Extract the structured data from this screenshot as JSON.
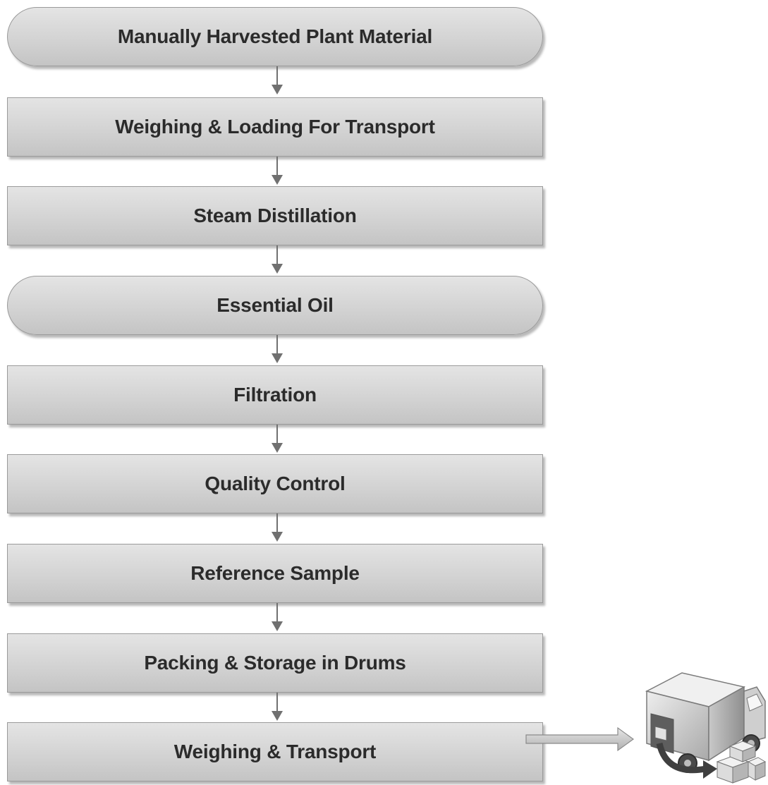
{
  "flowchart": {
    "steps": [
      {
        "label": "Manually Harvested Plant Material",
        "shape": "terminal"
      },
      {
        "label": "Weighing & Loading For Transport",
        "shape": "process"
      },
      {
        "label": "Steam Distillation",
        "shape": "process"
      },
      {
        "label": "Essential Oil",
        "shape": "terminal"
      },
      {
        "label": "Filtration",
        "shape": "process"
      },
      {
        "label": "Quality Control",
        "shape": "process"
      },
      {
        "label": "Reference Sample",
        "shape": "process"
      },
      {
        "label": "Packing & Storage in Drums",
        "shape": "process"
      },
      {
        "label": "Weighing & Transport",
        "shape": "process"
      }
    ]
  },
  "icons": {
    "arrow": "arrow-down-icon",
    "output_arrow": "arrow-right-icon",
    "truck": "delivery-truck-icon"
  },
  "colors": {
    "box_fill": "#d3d3d3",
    "box_border": "#9a9a9a",
    "text": "#2b2b2b",
    "arrow": "#707070"
  }
}
